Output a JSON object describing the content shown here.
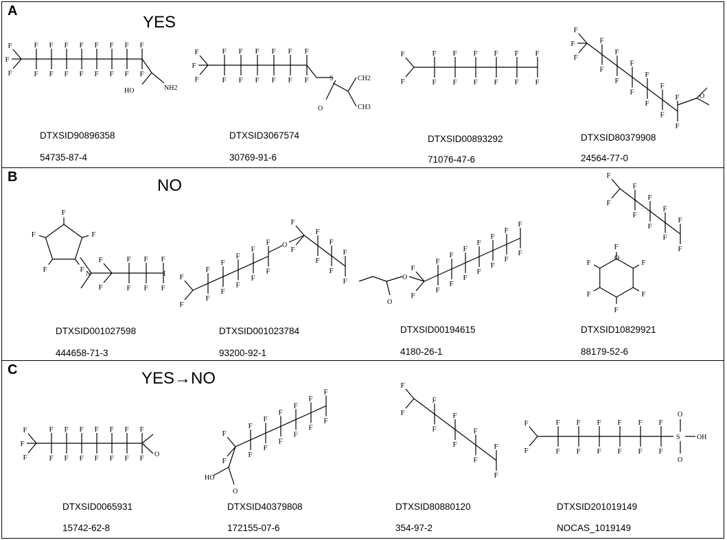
{
  "panels": [
    {
      "letter": "A",
      "verdict": "YES",
      "compounds": [
        {
          "id": "DTXSID90896358",
          "cas": "54735-87-4",
          "labels": [
            "HO",
            "NH2"
          ]
        },
        {
          "id": "DTXSID3067574",
          "cas": "30769-91-6",
          "labels": [
            "S",
            "O",
            "CH2",
            "CH3"
          ]
        },
        {
          "id": "DTXSID00893292",
          "cas": "71076-47-6",
          "labels": []
        },
        {
          "id": "DTXSID80379908",
          "cas": "24564-77-0",
          "labels": [
            "O"
          ]
        }
      ]
    },
    {
      "letter": "B",
      "verdict": "NO",
      "compounds": [
        {
          "id": "DTXSID001027598",
          "cas": "444658-71-3",
          "labels": [
            "N",
            "I"
          ]
        },
        {
          "id": "DTXSID001023784",
          "cas": "93200-92-1",
          "labels": [
            "O"
          ]
        },
        {
          "id": "DTXSID00194615",
          "cas": "4180-26-1",
          "labels": [
            "O",
            "O"
          ]
        },
        {
          "id": "DTXSID10829921",
          "cas": "88179-52-6",
          "labels": [
            "O"
          ]
        }
      ]
    },
    {
      "letter": "C",
      "verdict": "YES→NO",
      "compounds": [
        {
          "id": "DTXSID0065931",
          "cas": "15742-62-8",
          "labels": [
            "O"
          ]
        },
        {
          "id": "DTXSID40379808",
          "cas": "172155-07-6",
          "labels": [
            "HO",
            "O"
          ]
        },
        {
          "id": "DTXSID80880120",
          "cas": "354-97-2",
          "labels": []
        },
        {
          "id": "DTXSID201019149",
          "cas": "NOCAS_1019149",
          "labels": [
            "S",
            "O",
            "O",
            "OH"
          ]
        }
      ]
    }
  ],
  "atom_symbol": "F"
}
